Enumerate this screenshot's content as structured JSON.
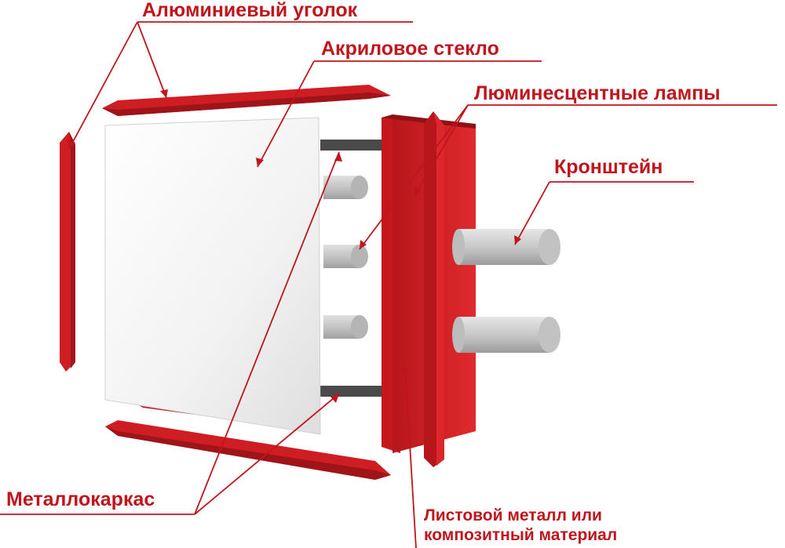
{
  "labels": {
    "aluminum_corner": "Алюминиевый уголок",
    "acrylic_glass": "Акриловое стекло",
    "fluorescent_lamps": "Люминесцентные лампы",
    "bracket": "Кронштейн",
    "metal_frame": "Металлокаркас",
    "sheet_metal_line1": "Листовой металл или",
    "sheet_metal_line2": "композитный материал"
  },
  "colors": {
    "accent_red": "#c0151c",
    "frame_red": "#d11f24",
    "frame_dark_red": "#9a1317",
    "lamp_gray": "#c9c9c9",
    "glass_white": "#f4f4f4"
  }
}
